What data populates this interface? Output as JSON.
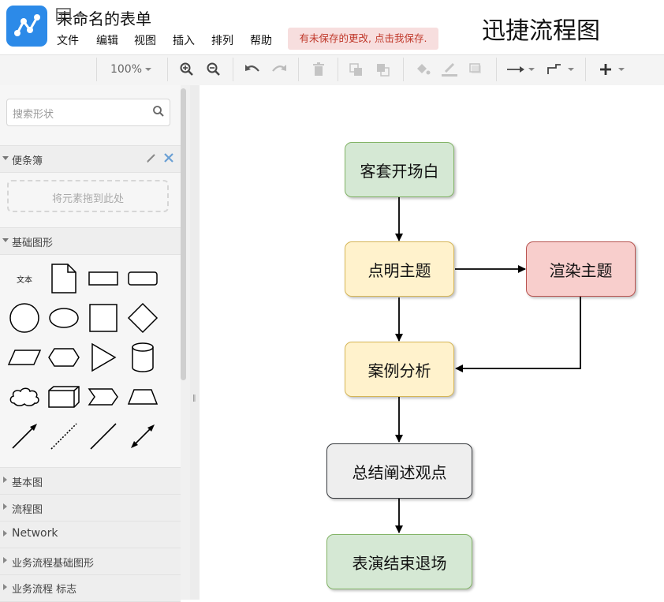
{
  "header": {
    "title": "未命名的表单",
    "menus": [
      "文件",
      "编辑",
      "视图",
      "插入",
      "排列",
      "帮助"
    ],
    "unsaved_notice": "有未保存的更改, 点击我保存.",
    "brand": "迅捷流程图"
  },
  "toolbar": {
    "zoom": "100%"
  },
  "sidebar": {
    "search_placeholder": "搜索形状",
    "scratchpad": {
      "title": "便条簿",
      "drop_hint": "将元素拖到此处"
    },
    "basic_shapes": {
      "title": "基础图形",
      "text_shape_label": "文本"
    },
    "libraries": [
      "基本图",
      "流程图",
      "Network",
      "业务流程基础图形",
      "业务流程 标志"
    ]
  },
  "diagram": {
    "nodes": {
      "opening": "客套开场白",
      "topic": "点明主题",
      "render": "渲染主题",
      "case": "案例分析",
      "summary": "总结阐述观点",
      "ending": "表演结束退场"
    },
    "colors": {
      "green_fill": "#d5e8d4",
      "green_stroke": "#82b366",
      "yellow_fill": "#fff2cc",
      "yellow_stroke": "#d6b656",
      "red_fill": "#f8cecc",
      "red_stroke": "#b85450",
      "gray_fill": "#eeeeee",
      "gray_stroke": "#36393d"
    }
  }
}
